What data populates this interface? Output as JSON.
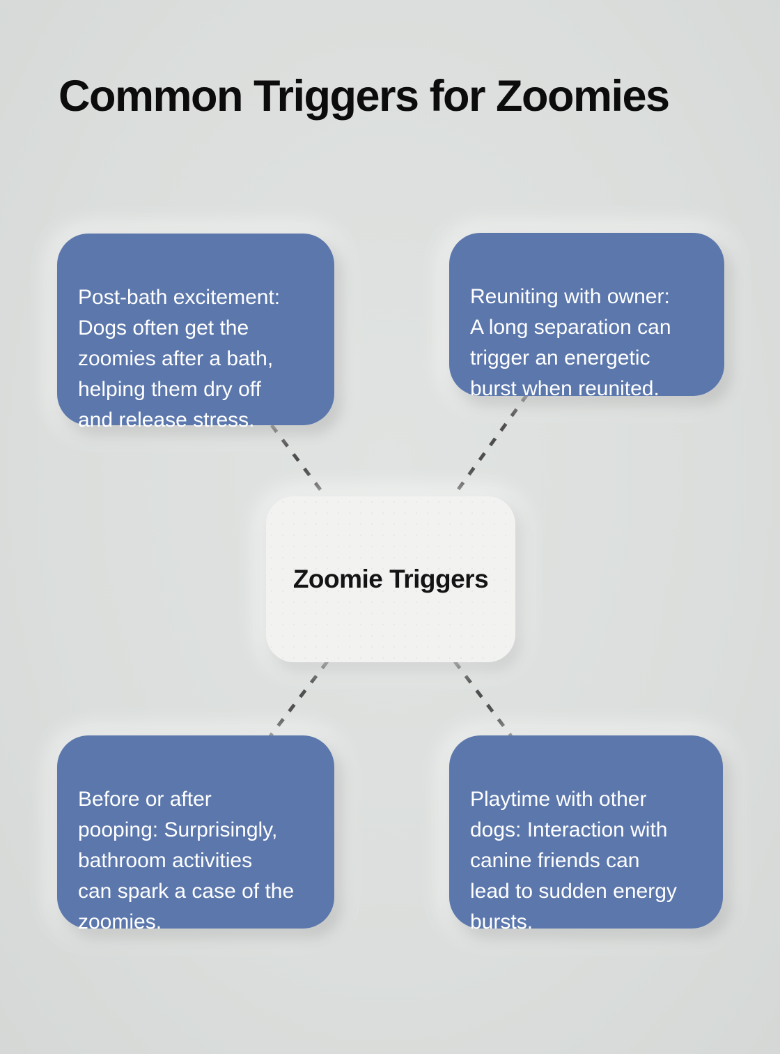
{
  "page": {
    "title": "Common Triggers for Zoomies"
  },
  "diagram": {
    "type": "mindmap",
    "center": {
      "label": "Zoomie Triggers"
    },
    "nodes": [
      {
        "id": "post-bath-excitement",
        "position": "top-left",
        "text": "Post-bath excitement:\nDogs often get the\nzoomies after a bath,\nhelping them dry off\nand release stress."
      },
      {
        "id": "reuniting-with-owner",
        "position": "top-right",
        "text": "Reuniting with owner:\nA long separation can\ntrigger an energetic\nburst when reunited."
      },
      {
        "id": "before-after-pooping",
        "position": "bottom-left",
        "text": "Before or after\npooping: Surprisingly,\nbathroom activities\ncan spark a case of the\nzoomies."
      },
      {
        "id": "playtime-with-other-dogs",
        "position": "bottom-right",
        "text": "Playtime with other\ndogs: Interaction with\ncanine friends can\nlead to sudden energy\nbursts."
      }
    ],
    "colors": {
      "background": "#dbdedc",
      "node_fill": "#5b77ac",
      "node_text": "#ffffff",
      "center_fill": "#f2f3f1",
      "center_text": "#141414",
      "title_text": "#0c0c0c",
      "connector": "#4d4d4d"
    },
    "connector_style": "dashed"
  }
}
